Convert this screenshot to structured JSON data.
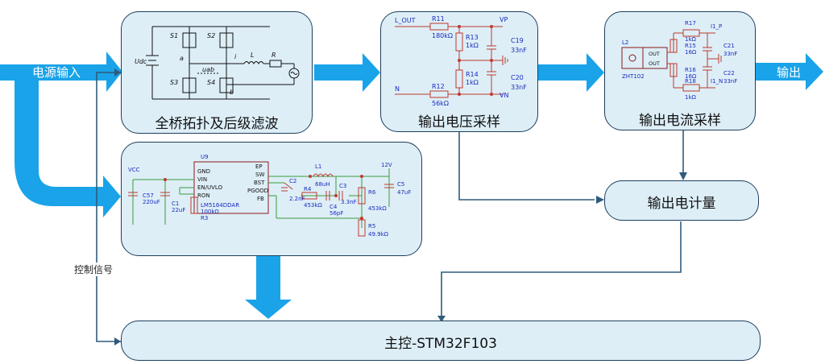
{
  "labels": {
    "power_input": "电源输入",
    "output": "输出",
    "control_signal": "控制信号"
  },
  "blocks": {
    "bridge": "全桥拓扑及后级滤波",
    "voltage_sampling": "输出电压采样",
    "current_sampling": "输出电流采样",
    "metering": "输出电计量",
    "mcu": "主控-STM32F103"
  },
  "bridge_schematic": {
    "switches": [
      "S1",
      "S2",
      "S3",
      "S4"
    ],
    "source": "Udc",
    "node_a": "a",
    "node_b": "b",
    "uab": "uab",
    "current": "i",
    "inductor": "L",
    "resistor": "R"
  },
  "buck_schematic": {
    "ic_ref": "U9",
    "ic_part": "LM5164DDAR",
    "left_pins": [
      "GND",
      "VIN",
      "EN/UVLO",
      "RON"
    ],
    "right_pins": [
      "EP",
      "SW",
      "BST",
      "PGOOD",
      "FB"
    ],
    "vcc": "VCC",
    "out_rail": "12V",
    "c57": [
      "C57",
      "220uF"
    ],
    "c1": [
      "C1",
      "22uF"
    ],
    "r3": [
      "R3",
      "100kΩ"
    ],
    "l1": [
      "L1",
      "68uH"
    ],
    "c2": [
      "C2",
      "2.2nF"
    ],
    "c3": [
      "C3",
      "3.3nF"
    ],
    "r4": [
      "R4",
      "453kΩ"
    ],
    "c4": [
      "C4",
      "56pF"
    ],
    "r6": [
      "R6",
      "453kΩ"
    ],
    "r5": [
      "R5",
      "49.9kΩ"
    ],
    "c5": [
      "C5",
      "47uF"
    ]
  },
  "voltage_schematic": {
    "l_out": "L_OUT",
    "n": "N",
    "vp": "VP",
    "vn": "VN",
    "r11": [
      "R11",
      "180kΩ"
    ],
    "r13": [
      "R13",
      "1kΩ"
    ],
    "c19": [
      "C19",
      "33nF"
    ],
    "r14": [
      "R14",
      "1kΩ"
    ],
    "c20": [
      "C20",
      "33nF"
    ],
    "r12": [
      "R12",
      "56kΩ"
    ]
  },
  "current_schematic": {
    "sensor_ref": "L2",
    "sensor_part": "ZHT102",
    "pin_out1": "OUT",
    "pin_out2": "OUT",
    "r17": [
      "R17",
      "1kΩ"
    ],
    "r15": [
      "R15",
      "16Ω"
    ],
    "i1p": "I1_P",
    "c21": [
      "C21",
      "33nF"
    ],
    "r16": [
      "R16",
      "16Ω"
    ],
    "r18": [
      "R18",
      "1kΩ"
    ],
    "i1n": "I1_N",
    "c22": [
      "C22",
      "33nF"
    ]
  },
  "colors": {
    "arrow_blue": "#1aa3e8",
    "box_fill": "#ddeef7",
    "box_border": "#1f3e5c",
    "line_dark": "#2f5b7c",
    "schematic_red": "#c0392b",
    "schematic_green": "#3a9a3a",
    "schematic_blue": "#1a2bbf"
  }
}
